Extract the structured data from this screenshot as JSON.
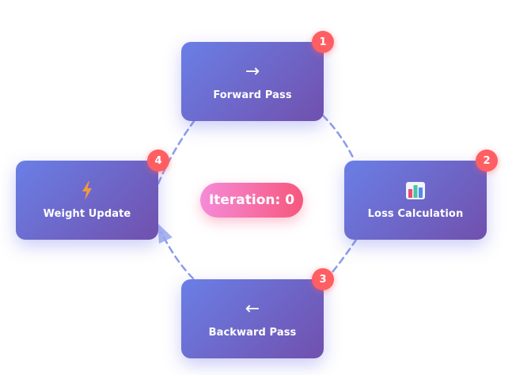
{
  "nodes": {
    "forward": {
      "icon": "→",
      "label": "Forward Pass",
      "step": "1"
    },
    "loss": {
      "icon": "bar-chart-icon",
      "label": "Loss Calculation",
      "step": "2"
    },
    "backward": {
      "icon": "←",
      "label": "Backward Pass",
      "step": "3"
    },
    "weight": {
      "icon": "lightning-icon",
      "label": "Weight Update",
      "step": "4"
    }
  },
  "iteration": {
    "text": "Iteration: 0"
  },
  "colors": {
    "node_start": "#6a7fe6",
    "node_end": "#7150ad",
    "badge": "#ff5e63",
    "connector": "#8a9ce8",
    "pill_start": "#f58bd8",
    "pill_end": "#f6577d"
  }
}
